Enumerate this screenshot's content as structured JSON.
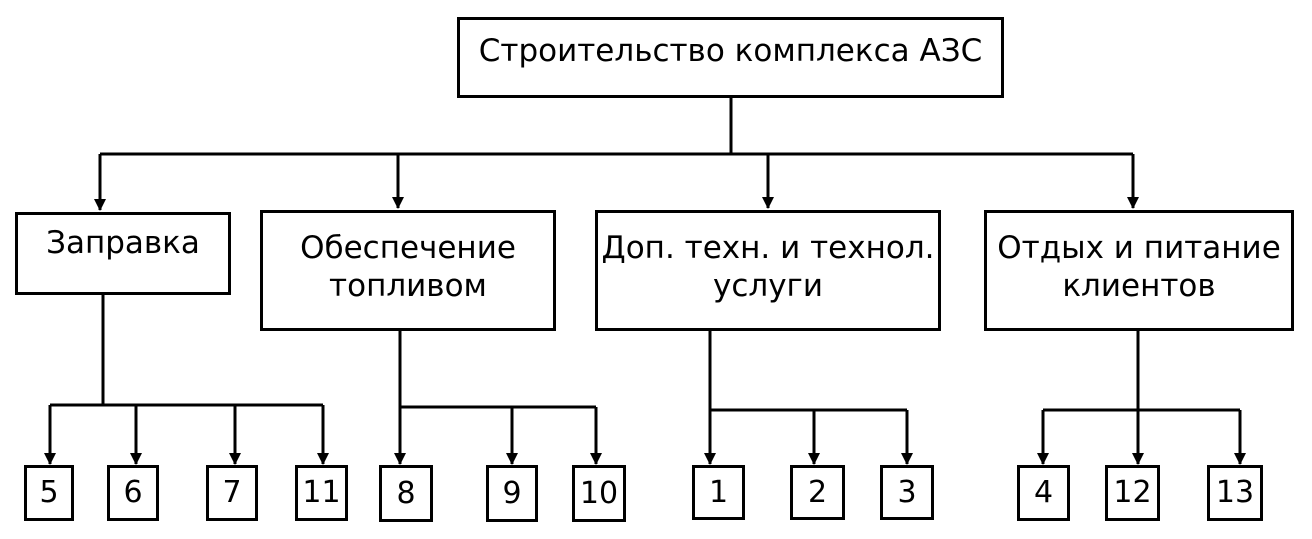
{
  "root": {
    "label": "Строительство комплекса АЗС"
  },
  "categories": [
    {
      "label": "Заправка",
      "children": [
        "5",
        "6",
        "7",
        "11"
      ]
    },
    {
      "label": "Обеспечение\nтопливом",
      "children": [
        "8",
        "9",
        "10"
      ]
    },
    {
      "label": "Доп. техн. и технол.\nуслуги",
      "children": [
        "1",
        "2",
        "3"
      ]
    },
    {
      "label": "Отдых и питание\nклиентов",
      "children": [
        "4",
        "12",
        "13"
      ]
    }
  ]
}
